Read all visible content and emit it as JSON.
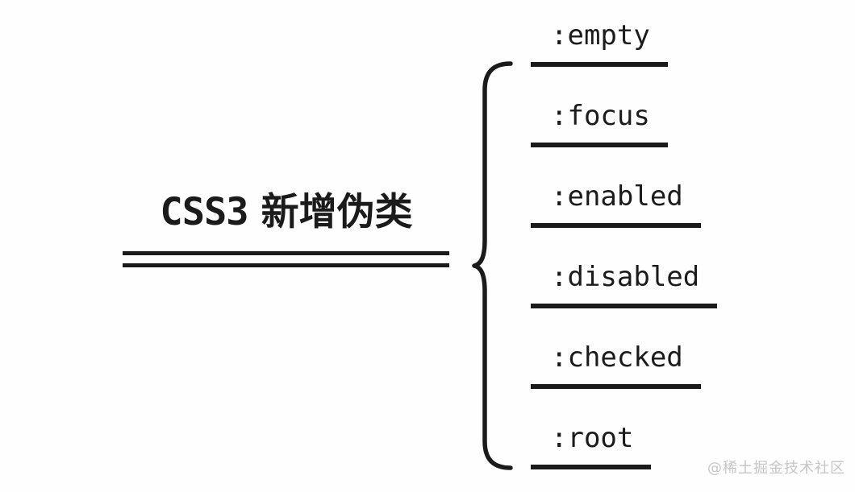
{
  "diagram": {
    "root": {
      "title_en": "CSS3",
      "title_zh": "新增伪类"
    },
    "branches": [
      {
        "label": ":empty"
      },
      {
        "label": ":focus"
      },
      {
        "label": ":enabled"
      },
      {
        "label": ":disabled"
      },
      {
        "label": ":checked"
      },
      {
        "label": ":root"
      }
    ]
  },
  "watermark": "@稀土掘金技术社区",
  "colors": {
    "ink": "#1b1b1b",
    "background": "#fefefe",
    "watermark": "#c6c6c6"
  }
}
